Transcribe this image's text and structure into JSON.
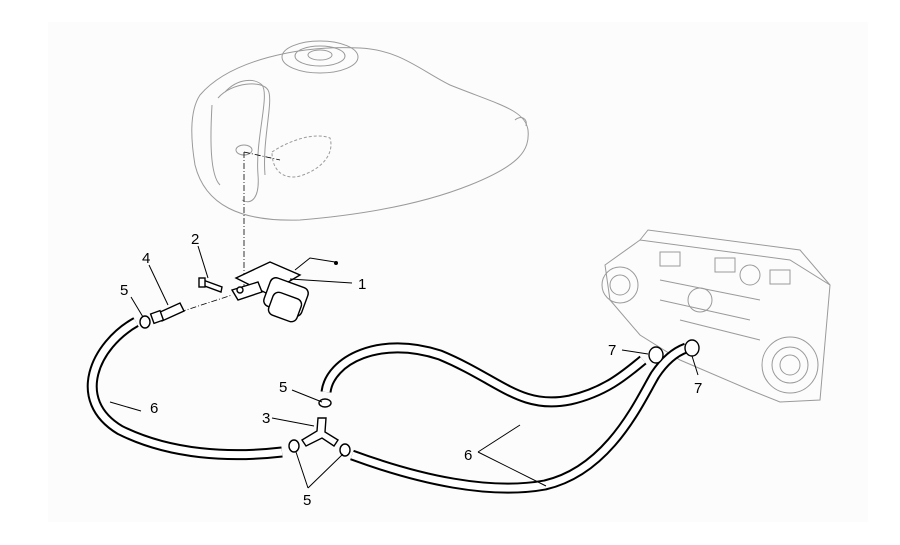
{
  "diagram": {
    "title": "Fuel system exploded view",
    "callouts": {
      "fuel_pump": "1",
      "screw": "2",
      "t_fitting": "3",
      "fitting": "4",
      "hose_clip_a": "5",
      "hose_clip_b": "5",
      "hose_clips_cd": "5",
      "hose_left": "6",
      "hoses_right": "6",
      "clamp_left": "7",
      "clamp_right": "7"
    }
  }
}
